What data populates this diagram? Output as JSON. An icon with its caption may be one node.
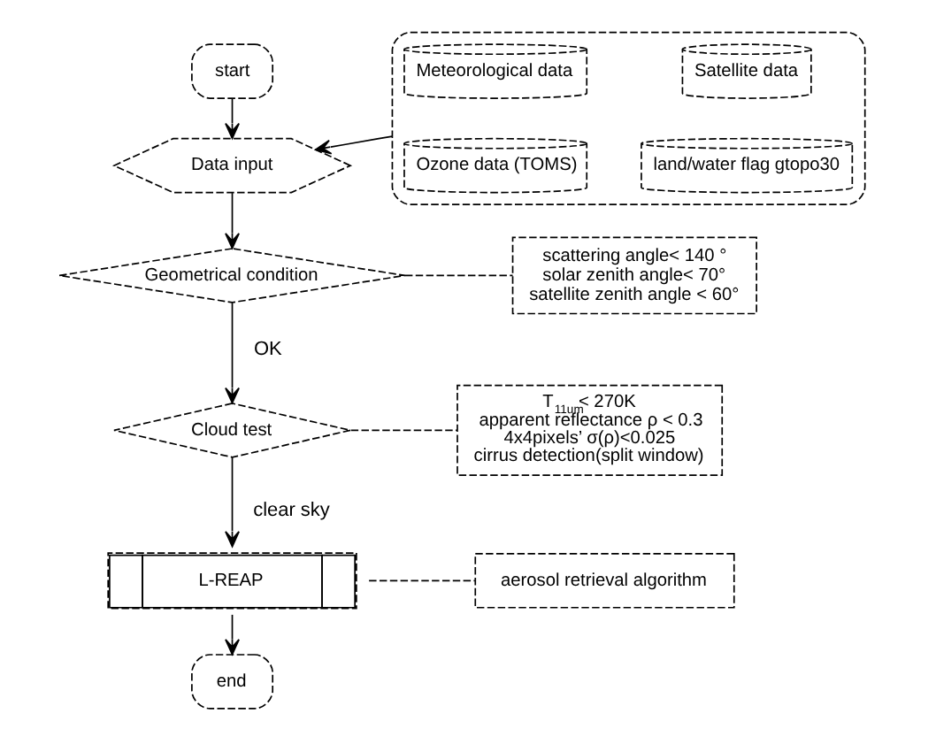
{
  "diagram": {
    "nodes": [
      {
        "text": [
          "start"
        ]
      },
      {
        "text": [
          "Data input"
        ]
      },
      {
        "text": [],
        "shape": "box"
      },
      {
        "text": [
          "Satellite data"
        ],
        "in": 2
      },
      {
        "text": [
          "Meteorological data"
        ],
        "in": 2
      },
      {
        "text": [
          "land/water flag gtopo30"
        ],
        "in": 2
      },
      {
        "text": [
          "Ozone data (TOMS)"
        ],
        "in": 2
      },
      {
        "text": [
          "Geometrical condition"
        ]
      },
      {
        "text": [
          "scattering angle< 140 °",
          "solar zenith angle< 70°",
          "satellite zenith angle < 60°"
        ]
      },
      {
        "text": [
          "Cloud test"
        ]
      },
      {
        "text": [
          "T$_{11um}$< 270K",
          "apparent reflectance ρ < 0.3",
          "4x4pixels’ σ(ρ)<0.025",
          "cirrus detection(split window)"
        ]
      },
      {
        "text": [
          "L-REAP"
        ]
      },
      {
        "text": [
          "aerosol retrieval algorithm"
        ]
      },
      {
        "text": [
          "end"
        ]
      }
    ],
    "edges": [
      {
        "from": 0,
        "to": 1,
        "arrow": "to"
      },
      {
        "from": 2,
        "to": 1,
        "arrow": "to"
      },
      {
        "from": 1,
        "to": 7,
        "arrow": "to"
      },
      {
        "from": 7,
        "to": 8,
        "arrow": "none",
        "style": "dashed"
      },
      {
        "from": 7,
        "to": 9,
        "arrow": "to",
        "label": "OK"
      },
      {
        "from": 9,
        "to": 10,
        "arrow": "none",
        "style": "dashed"
      },
      {
        "from": 9,
        "to": 11,
        "arrow": "to",
        "label": "clear sky"
      },
      {
        "from": 11,
        "to": 12,
        "arrow": "none",
        "style": "dashed"
      },
      {
        "from": 11,
        "to": 13,
        "arrow": "to"
      }
    ]
  }
}
